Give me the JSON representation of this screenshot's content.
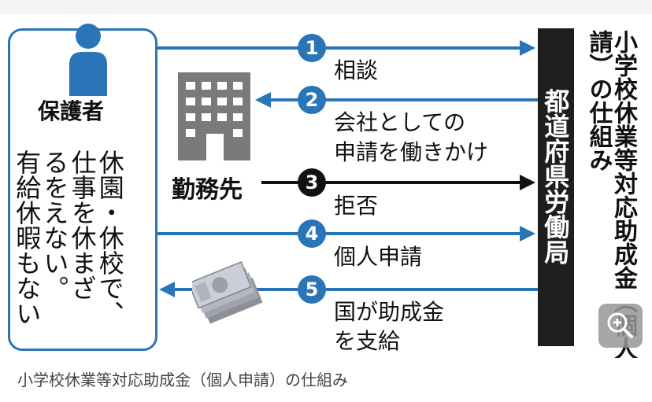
{
  "diagram": {
    "guardian_label": "保護者",
    "guardian_situation": [
      "休園・休校で、",
      "仕事を休まざ",
      "るをえない。",
      "有給休暇もない"
    ],
    "employer_label": "勤務先",
    "bureau_label": "都道府県労働局",
    "title_vertical": "小学校休業等対応助成金（個人申請）の仕組み",
    "steps": [
      {
        "number": "1",
        "lines": [
          "相談"
        ]
      },
      {
        "number": "2",
        "lines": [
          "会社としての",
          "申請を働きかけ"
        ]
      },
      {
        "number": "3",
        "lines": [
          "拒否"
        ]
      },
      {
        "number": "4",
        "lines": [
          "個人申請"
        ]
      },
      {
        "number": "5",
        "lines": [
          "国が助成金",
          "を支給"
        ]
      }
    ]
  },
  "caption": "小学校休業等対応助成金（個人申請）の仕組み",
  "colors": {
    "accent_blue": "#2a74b8",
    "step3_black": "#111111",
    "bureau_bar": "#1e1e1e"
  },
  "icons": {
    "guardian": "person-icon",
    "employer": "office-building-icon",
    "payment": "banknotes-icon",
    "zoom": "zoom-in-icon"
  }
}
